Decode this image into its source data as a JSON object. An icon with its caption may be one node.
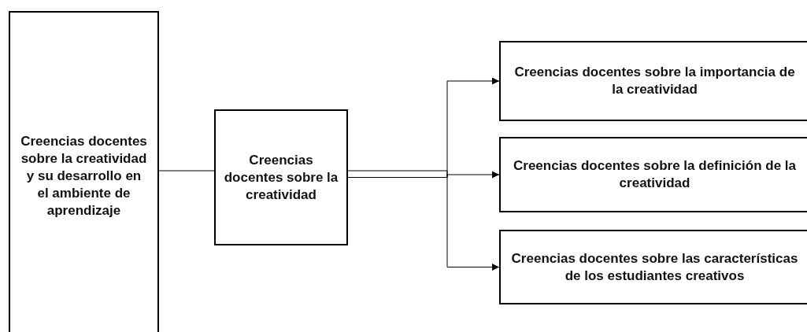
{
  "diagram": {
    "nodes": [
      {
        "text": [
          "Creencias docentes sobre la creatividad y su desarrollo en el ambiente de aprendizaje"
        ]
      },
      {
        "text": [
          "Creencias docentes sobre la creatividad"
        ]
      },
      {
        "text": [
          "Creencias docentes sobre la importancia de la creatividad"
        ]
      },
      {
        "text": [
          "Creencias docentes sobre la definición de la creatividad"
        ]
      },
      {
        "text": [
          "Creencias docentes sobre las características de los estudiantes creativos"
        ]
      }
    ],
    "edges": [
      {
        "from": 0,
        "to": 1,
        "arrow": "to"
      },
      {
        "from": 1,
        "to": 2,
        "arrow": "to"
      },
      {
        "from": 1,
        "to": 3,
        "arrow": "to"
      },
      {
        "from": 1,
        "to": 4,
        "arrow": "to"
      }
    ]
  }
}
